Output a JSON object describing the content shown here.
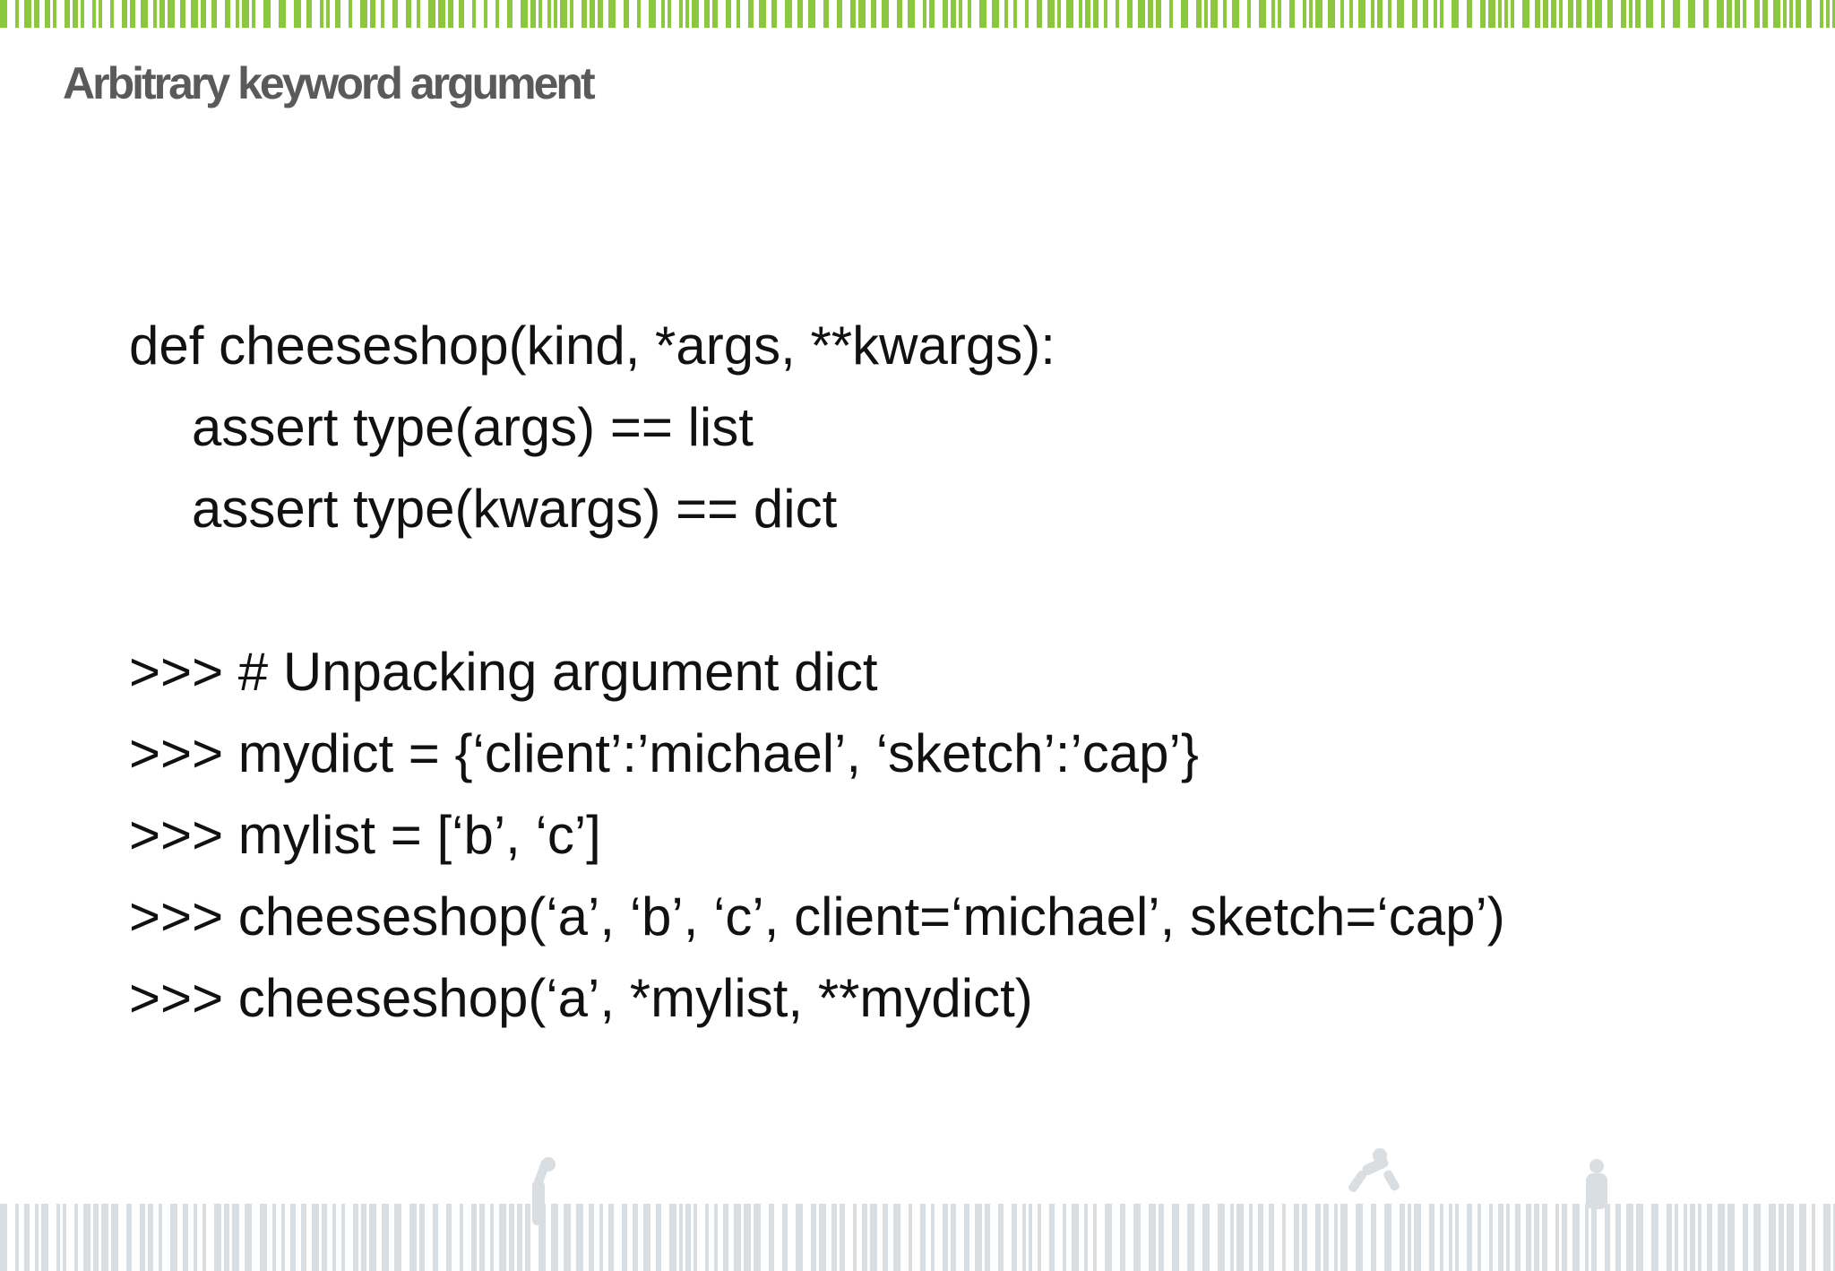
{
  "slide": {
    "title": "Arbitrary keyword argument",
    "colors": {
      "top_stripes": "#8dc63f",
      "bottom_stripes": "#d9dee3",
      "title": "#5a5a5a",
      "text": "#111111"
    },
    "function_def": [
      "def cheeseshop(kind, *args, **kwargs):",
      "assert type(args) == list",
      "assert type(kwargs) == dict"
    ],
    "interactive_session": [
      ">>> # Unpacking argument dict",
      ">>> mydict = {‘client’:’michael’, ‘sketch’:’cap’}",
      ">>> mylist = [‘b’, ‘c’]",
      ">>> cheeseshop(‘a’, ‘b’, ‘c’, client=‘michael’, sketch=‘cap’)",
      ">>> cheeseshop(‘a’, *mylist, **mydict)"
    ]
  }
}
